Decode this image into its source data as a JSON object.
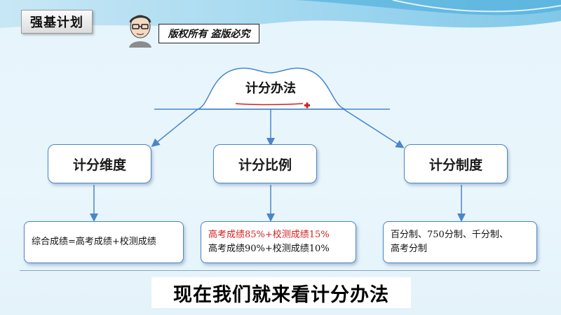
{
  "header": {
    "brand": "强基计划",
    "copyright": "版权所有  盗版必究"
  },
  "diagram": {
    "root": "计分办法",
    "branches": [
      {
        "label": "计分维度",
        "detail": [
          "综合成绩=高考成绩+校测成绩"
        ]
      },
      {
        "label": "计分比例",
        "detail": [
          "高考成绩85%+校测成绩15%",
          "高考成绩90%+校测成绩10%"
        ],
        "highlight_first": true
      },
      {
        "label": "计分制度",
        "detail": [
          "百分制、750分制、千分制、",
          "高考分制"
        ]
      }
    ]
  },
  "subtitle": "现在我们就来看计分办法",
  "colors": {
    "box_border": "#4a86c8",
    "connector": "#4a86c8",
    "highlight_text": "#d42020",
    "background": "#e6f4fb"
  }
}
